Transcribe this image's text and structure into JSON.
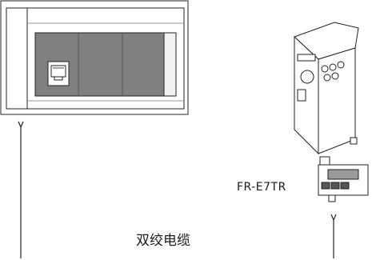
{
  "diagram": {
    "devices": {
      "plc": {
        "name": "plc-cpu-unit"
      },
      "inverter": {
        "name": "fr-e700-inverter"
      },
      "option_card": {
        "name": "fr-e7tr-option",
        "label": "FR-E7TR"
      }
    },
    "connection": {
      "label": "双绞电缆"
    },
    "colors": {
      "stroke": "#222222",
      "module_fill": "#808080",
      "body_fill": "#ffffff",
      "background": "#ffffff"
    }
  }
}
